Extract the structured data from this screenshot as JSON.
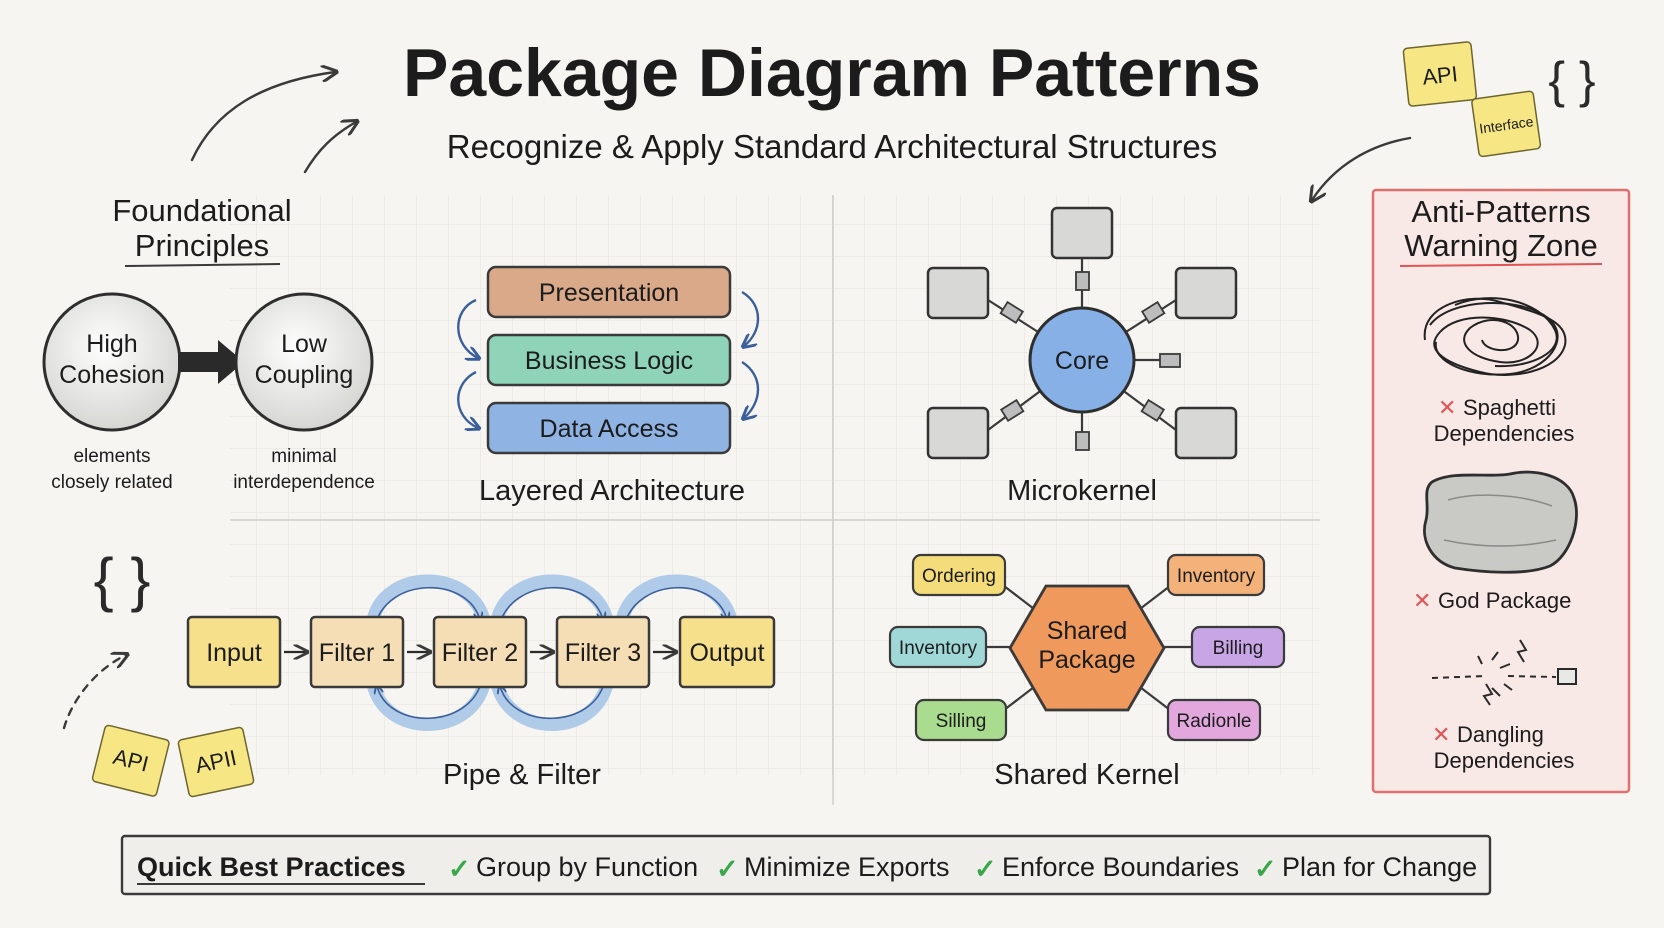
{
  "header": {
    "title": "Package Diagram Patterns",
    "subtitle": "Recognize & Apply Standard Architectural Structures"
  },
  "foundational": {
    "heading_line1": "Foundational",
    "heading_line2": "Principles",
    "left_circle": {
      "line1": "High",
      "line2": "Cohesion",
      "caption1": "elements",
      "caption2": "closely related"
    },
    "right_circle": {
      "line1": "Low",
      "line2": "Coupling",
      "caption1": "minimal",
      "caption2": "interdependence"
    }
  },
  "layered": {
    "layers": [
      "Presentation",
      "Business Logic",
      "Data Access"
    ],
    "layer_colors": [
      "#d9a98a",
      "#8fd3b8",
      "#8fb3e3"
    ],
    "label": "Layered Architecture"
  },
  "microkernel": {
    "core": "Core",
    "label": "Microkernel"
  },
  "pipe_filter": {
    "stages": [
      "Input",
      "Filter 1",
      "Filter 2",
      "Filter 3",
      "Output"
    ],
    "label": "Pipe & Filter"
  },
  "shared_kernel": {
    "center_line1": "Shared",
    "center_line2": "Package",
    "modules": [
      {
        "name": "Ordering",
        "color": "#f4dc7a"
      },
      {
        "name": "Inventory",
        "color": "#f2b27a"
      },
      {
        "name": "Inventory",
        "color": "#9fd8d6"
      },
      {
        "name": "Billing",
        "color": "#c8a6e6"
      },
      {
        "name": "Silling",
        "color": "#a9dc8e"
      },
      {
        "name": "Radionle",
        "color": "#e2a8de"
      }
    ],
    "label": "Shared Kernel"
  },
  "anti_patterns": {
    "heading_line1": "Anti-Patterns",
    "heading_line2": "Warning Zone",
    "items": [
      {
        "line1": "Spaghetti",
        "line2": "Dependencies",
        "icon": "spaghetti-scribble-icon"
      },
      {
        "line1": "God Package",
        "line2": "",
        "icon": "god-package-blob-icon"
      },
      {
        "line1": "Dangling",
        "line2": "Dependencies",
        "icon": "broken-link-icon"
      }
    ],
    "mark": "✕"
  },
  "notes": {
    "top_api": "API",
    "top_interface": "Interface",
    "bottom_api_1": "API",
    "bottom_api_2": "APII",
    "braces": "{ }"
  },
  "best_practices": {
    "title": "Quick Best Practices",
    "check": "✓",
    "items": [
      "Group by Function",
      "Minimize Exports",
      "Enforce Boundaries",
      "Plan for Change"
    ]
  },
  "colors": {
    "check_green": "#3aa84a",
    "warning_red": "#e05555",
    "core_blue": "#86b0e6",
    "hexagon_orange": "#ef9a5c",
    "sticky_yellow": "#f6e784",
    "filter_yellow": "#f6e08c",
    "filter_tan": "#f5deb5"
  }
}
